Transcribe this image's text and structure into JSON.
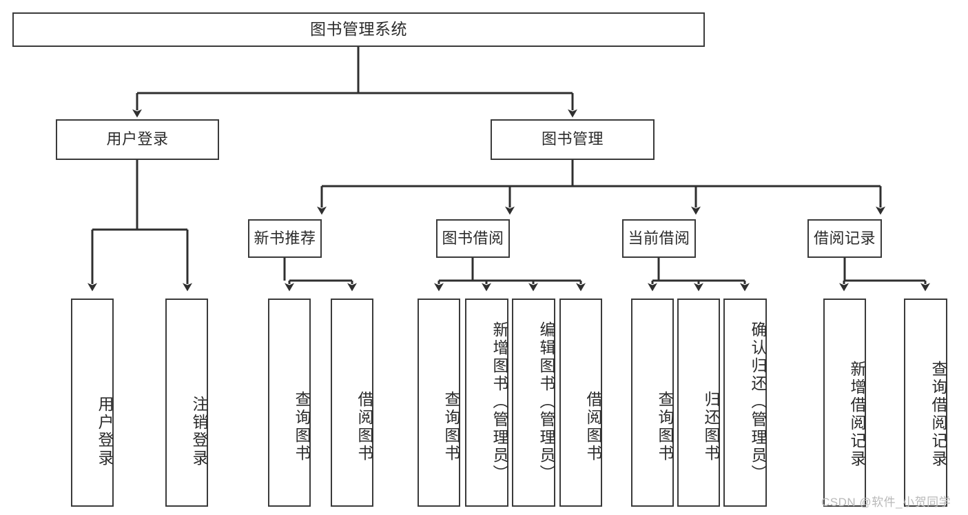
{
  "diagram": {
    "type": "tree-hierarchy",
    "title": "图书管理系统",
    "orientation": "top-down",
    "levels": 4,
    "colors": {
      "box_border": "#3a3a3a",
      "box_fill": "#ffffff",
      "connector": "#2f2f2f",
      "text": "#2b2b2b",
      "watermark": "#b9b9b9",
      "background": "#ffffff"
    }
  },
  "root": {
    "label": "图书管理系统"
  },
  "level2": [
    {
      "id": "user-login",
      "label": "用户登录"
    },
    {
      "id": "book-manage",
      "label": "图书管理"
    }
  ],
  "level3": [
    {
      "id": "new-book-recommend",
      "label": "新书推荐",
      "parent": "book-manage"
    },
    {
      "id": "book-borrow",
      "label": "图书借阅",
      "parent": "book-manage"
    },
    {
      "id": "current-borrow",
      "label": "当前借阅",
      "parent": "book-manage"
    },
    {
      "id": "borrow-record",
      "label": "借阅记录",
      "parent": "book-manage"
    }
  ],
  "leaves": [
    {
      "id": "leaf-user-login",
      "label": "用户登录",
      "parent": "user-login"
    },
    {
      "id": "leaf-user-logout",
      "label": "注销登录",
      "parent": "user-login"
    },
    {
      "id": "leaf-query-book-1",
      "label": "查询图书",
      "parent": "new-book-recommend"
    },
    {
      "id": "leaf-borrow-book-1",
      "label": "借阅图书",
      "parent": "new-book-recommend"
    },
    {
      "id": "leaf-query-book-2",
      "label": "查询图书",
      "parent": "book-borrow"
    },
    {
      "id": "leaf-add-book",
      "label": "新增图书（管理员）",
      "parent": "book-borrow"
    },
    {
      "id": "leaf-edit-book",
      "label": "编辑图书（管理员）",
      "parent": "book-borrow"
    },
    {
      "id": "leaf-borrow-book-2",
      "label": "借阅图书",
      "parent": "book-borrow"
    },
    {
      "id": "leaf-query-book-3",
      "label": "查询图书",
      "parent": "current-borrow"
    },
    {
      "id": "leaf-return-book",
      "label": "归还图书",
      "parent": "current-borrow"
    },
    {
      "id": "leaf-confirm-return",
      "label": "确认归还（管理员）",
      "parent": "current-borrow"
    },
    {
      "id": "leaf-add-record",
      "label": "新增借阅记录",
      "parent": "borrow-record"
    },
    {
      "id": "leaf-query-record",
      "label": "查询借阅记录",
      "parent": "borrow-record"
    }
  ],
  "watermark": {
    "text": "CSDN @软件_小贺同学"
  }
}
